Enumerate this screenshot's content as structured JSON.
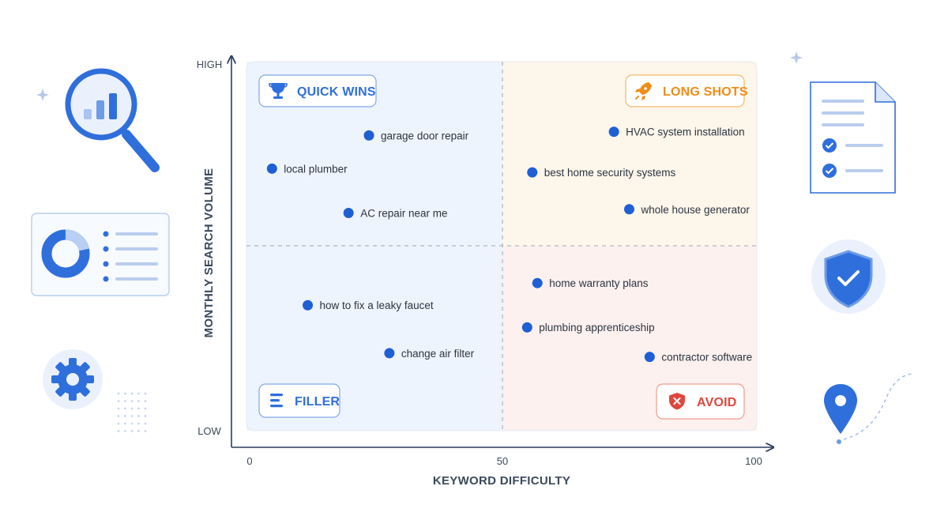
{
  "chart_data": {
    "type": "scatter",
    "xlabel": "KEYWORD DIFFICULTY",
    "ylabel": "MONTHLY SEARCH VOLUME",
    "xlim": [
      0,
      100
    ],
    "x_ticks": [
      0,
      50,
      100
    ],
    "y_ticks": [
      "LOW",
      "HIGH"
    ],
    "ylim": [
      0,
      100
    ],
    "grid": false,
    "quadrants": [
      {
        "name": "QUICK WINS",
        "position": "top-left",
        "color": "#2f6fdc",
        "fill": "#eef4fd",
        "icon": "trophy-icon"
      },
      {
        "name": "LONG SHOTS",
        "position": "top-right",
        "color": "#f08c17",
        "fill": "#fdf6ea",
        "icon": "rocket-icon"
      },
      {
        "name": "FILLER",
        "position": "bottom-left",
        "color": "#2f6fdc",
        "fill": "#eef4fd",
        "icon": "list-icon"
      },
      {
        "name": "AVOID",
        "position": "bottom-right",
        "color": "#e0473c",
        "fill": "#fcf1ef",
        "icon": "shield-x-icon"
      }
    ],
    "points": [
      {
        "label": "garage door repair",
        "x": 24,
        "y": 80
      },
      {
        "label": "local plumber",
        "x": 5,
        "y": 71
      },
      {
        "label": "AC repair near me",
        "x": 20,
        "y": 59
      },
      {
        "label": "HVAC system installation",
        "x": 72,
        "y": 81
      },
      {
        "label": "best home security systems",
        "x": 56,
        "y": 70
      },
      {
        "label": "whole house generator",
        "x": 75,
        "y": 60
      },
      {
        "label": "home warranty plans",
        "x": 57,
        "y": 40
      },
      {
        "label": "plumbing apprenticeship",
        "x": 55,
        "y": 28
      },
      {
        "label": "how to fix a leaky faucet",
        "x": 12,
        "y": 34
      },
      {
        "label": "change air filter",
        "x": 28,
        "y": 21
      },
      {
        "label": "contractor software",
        "x": 79,
        "y": 20
      }
    ],
    "point_color": "#1f5fd6"
  }
}
